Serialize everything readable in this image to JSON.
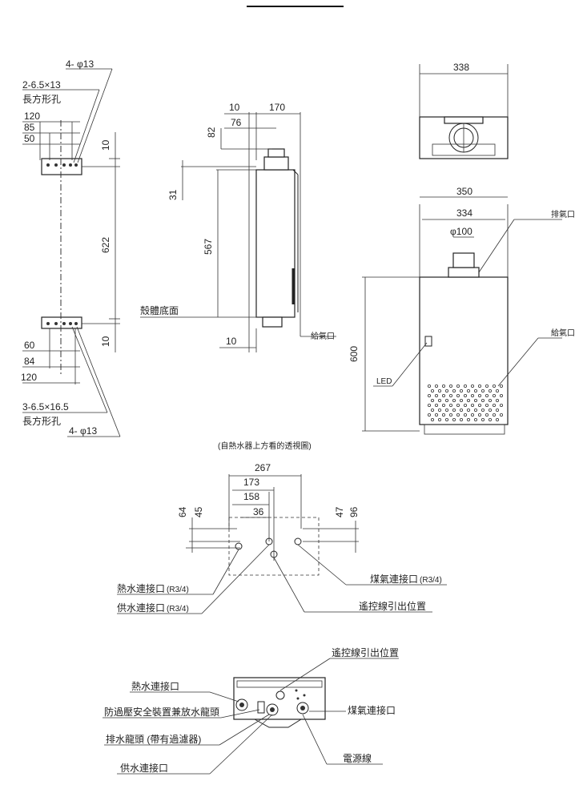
{
  "header_line": "",
  "side_left": {
    "top_holes": "4- φ13",
    "top_slot": "2-6.5×13",
    "top_slot_name": "長方形孔",
    "d120": "120",
    "d85": "85",
    "d50": "50",
    "d10_top": "10",
    "d622": "622",
    "d10_bottom": "10",
    "d60": "60",
    "d84": "84",
    "d120_bottom": "120",
    "bottom_slot": "3-6.5×16.5",
    "bottom_slot_name": "長方形孔",
    "bottom_holes": "4- φ13"
  },
  "side_view": {
    "d10": "10",
    "d170": "170",
    "d76": "76",
    "d82": "82",
    "d31": "31",
    "d567": "567",
    "d10_bottom": "10",
    "case_bottom": "殼體底面",
    "water_inlet": "給氣口"
  },
  "top_view": {
    "d338": "338"
  },
  "front_view": {
    "d350": "350",
    "d334": "334",
    "phi100": "φ100",
    "d600": "600",
    "exhaust": "排氣口",
    "intake": "給氣口",
    "led": "LED"
  },
  "plan_view": {
    "caption": "(自熱水器上方看的透視圖)",
    "d267": "267",
    "d173": "173",
    "d158": "158",
    "d36": "36",
    "d64": "64",
    "d45": "45",
    "d47": "47",
    "d96": "96",
    "hot_water": "熱水連接口",
    "hot_water_spec": "(R3/4)",
    "cold_water": "供水連接口",
    "cold_water_spec": "(R3/4)",
    "gas": "煤氣連接口",
    "gas_spec": "(R3/4)",
    "remote": "遙控線引出位置"
  },
  "bottom_view": {
    "remote": "遙控線引出位置",
    "hot_water": "熱水連接口",
    "relief_valve": "防過壓安全裝置兼放水龍頭",
    "gas": "煤氣連接口",
    "drain": "排水龍頭 (帶有過濾器)",
    "cold_water": "供水連接口",
    "power": "電源線"
  }
}
